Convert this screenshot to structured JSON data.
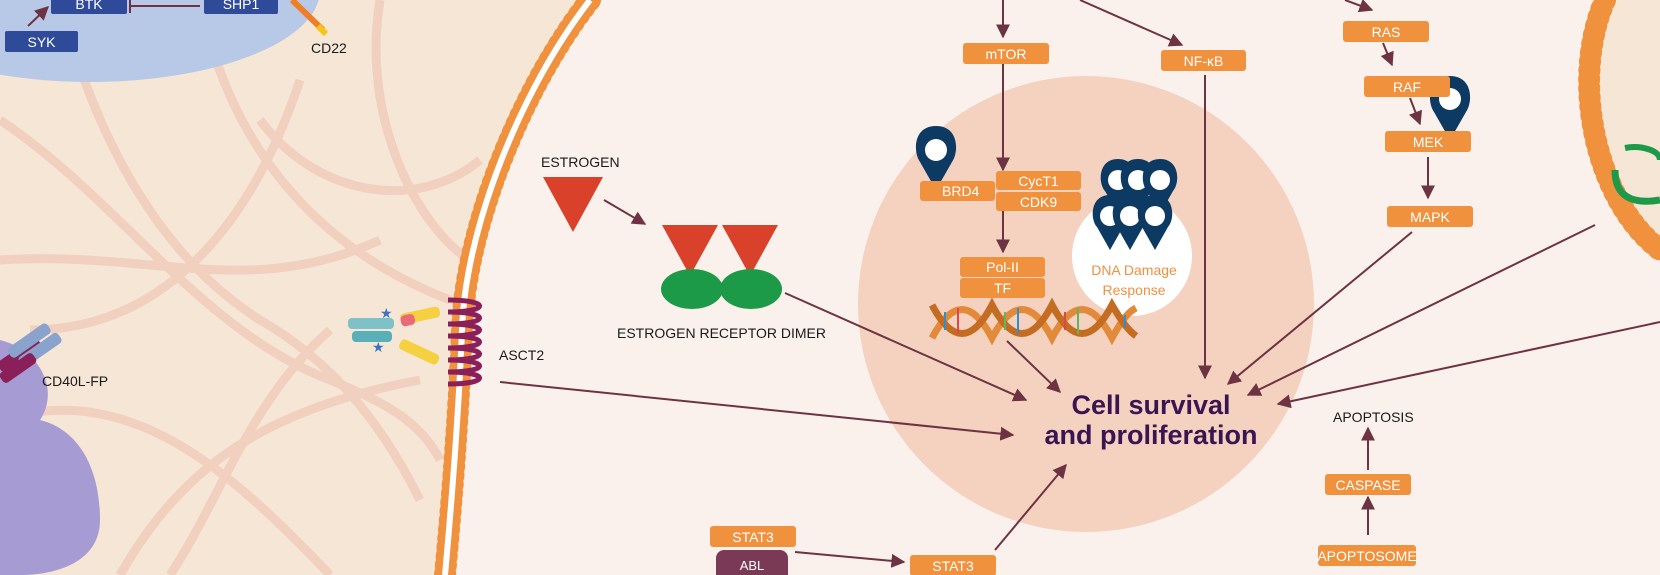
{
  "colors": {
    "background": "#f6e6d6",
    "cell_interior": "#fbf1ec",
    "nucleus": "#f4d2bf",
    "orange_box": "#f0913e",
    "blue_box": "#2e4a98",
    "arrow": "#6e3342",
    "title_purple": "#3b1552",
    "marker_navy": "#0d3a63",
    "estrogen_red": "#d9412a",
    "receptor_green": "#1c9a48"
  },
  "diagram": {
    "center_title_line1": "Cell survival",
    "center_title_line2": "and proliferation",
    "left_cell": {
      "syk": "SYK",
      "btk": "BTK",
      "shp1": "SHP1",
      "cd22": "CD22",
      "cd40l_fp": "CD40L-FP"
    },
    "membrane": {
      "asct2": "ASCT2"
    },
    "estrogen": {
      "label": "ESTROGEN",
      "receptor_dimer": "ESTROGEN RECEPTOR DIMER"
    },
    "nucleus": {
      "brd4": "BRD4",
      "cyct1": "CycT1",
      "cdk9": "CDK9",
      "pol_ii": "Pol-II",
      "tf": "TF",
      "dna_damage_line1": "DNA Damage",
      "dna_damage_line2": "Response"
    },
    "pathways": {
      "mtor": "mTOR",
      "nfkb": "NF-κB",
      "ras": "RAS",
      "raf": "RAF",
      "mek": "MEK",
      "mapk": "MAPK",
      "stat3_left": "STAT3",
      "stat3_right": "STAT3",
      "abl": "ABL",
      "apoptosis": "APOPTOSIS",
      "caspase": "CASPASE",
      "apoptosome": "APOPTOSOME"
    }
  }
}
